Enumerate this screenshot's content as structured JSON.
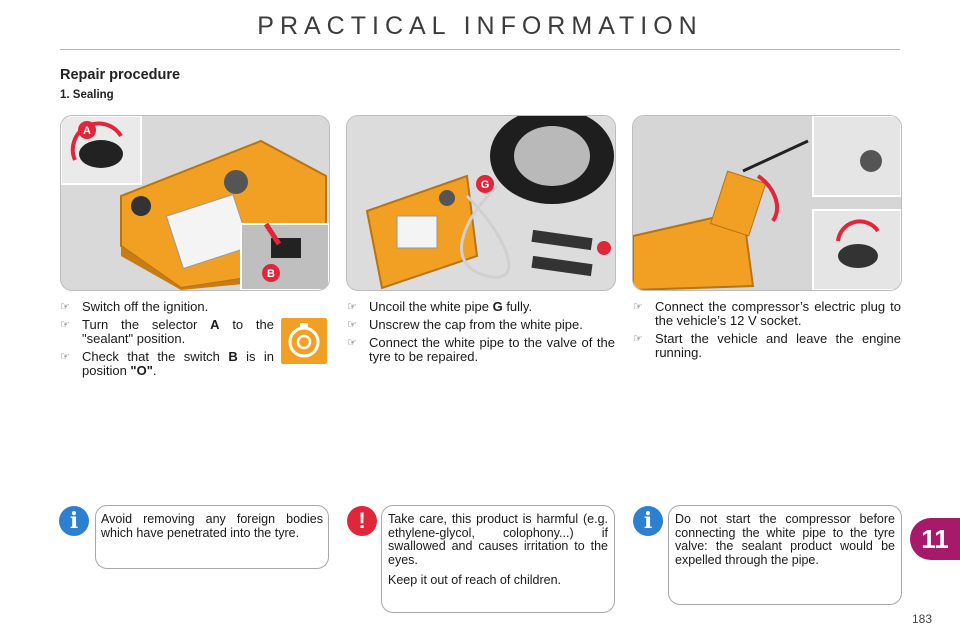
{
  "header": {
    "title": "PRACTICAL INFORMATION"
  },
  "section": {
    "title": "Repair procedure",
    "subtitle": "1. Sealing"
  },
  "photos": {
    "left": {
      "labels": [
        "A",
        "B"
      ]
    },
    "middle": {
      "labels": [
        "G"
      ]
    },
    "right": {
      "labels": []
    }
  },
  "columns": [
    {
      "steps": [
        {
          "pre": "Switch off the ignition.",
          "bold": "",
          "post": ""
        },
        {
          "pre": "Turn the selector ",
          "bold": "A",
          "post": " to the \"sealant\" position."
        },
        {
          "pre": "Check that the switch ",
          "bold": "B",
          "post": " is in position ",
          "bold2": "\"O\"",
          "post2": "."
        }
      ]
    },
    {
      "steps": [
        {
          "pre": "Uncoil the white pipe ",
          "bold": "G",
          "post": " fully."
        },
        {
          "pre": "Unscrew the cap from the white pipe.",
          "bold": "",
          "post": ""
        },
        {
          "pre": "Connect the white pipe to the valve of the tyre to be repaired.",
          "bold": "",
          "post": ""
        }
      ]
    },
    {
      "steps": [
        {
          "pre": "Connect the compressor’s electric plug to the vehicle’s 12 V socket.",
          "bold": "",
          "post": ""
        },
        {
          "pre": "Start the vehicle and leave the engine running.",
          "bold": "",
          "post": ""
        }
      ]
    }
  ],
  "bullet_glyph": "☞",
  "notes": [
    {
      "icon": "info",
      "icon_glyph": "i",
      "paragraphs": [
        "Avoid removing any foreign bodies which have penetrated into the tyre."
      ]
    },
    {
      "icon": "warning",
      "icon_glyph": "!",
      "paragraphs": [
        "Take care, this product is harmful (e.g. ethylene-glycol, colophony...) if swallowed and causes irritation to the eyes.",
        "Keep it out of reach of children."
      ]
    },
    {
      "icon": "info",
      "icon_glyph": "i",
      "paragraphs": [
        "Do not start the compressor before connecting the white pipe to the tyre valve: the sealant product would be expelled through the pipe."
      ]
    }
  ],
  "chapter_tab": "11",
  "page_number": "183",
  "colors": {
    "accent": "#a7196b",
    "info": "#2d7fd0",
    "warning": "#e0263a",
    "compressor": "#f2a023"
  }
}
